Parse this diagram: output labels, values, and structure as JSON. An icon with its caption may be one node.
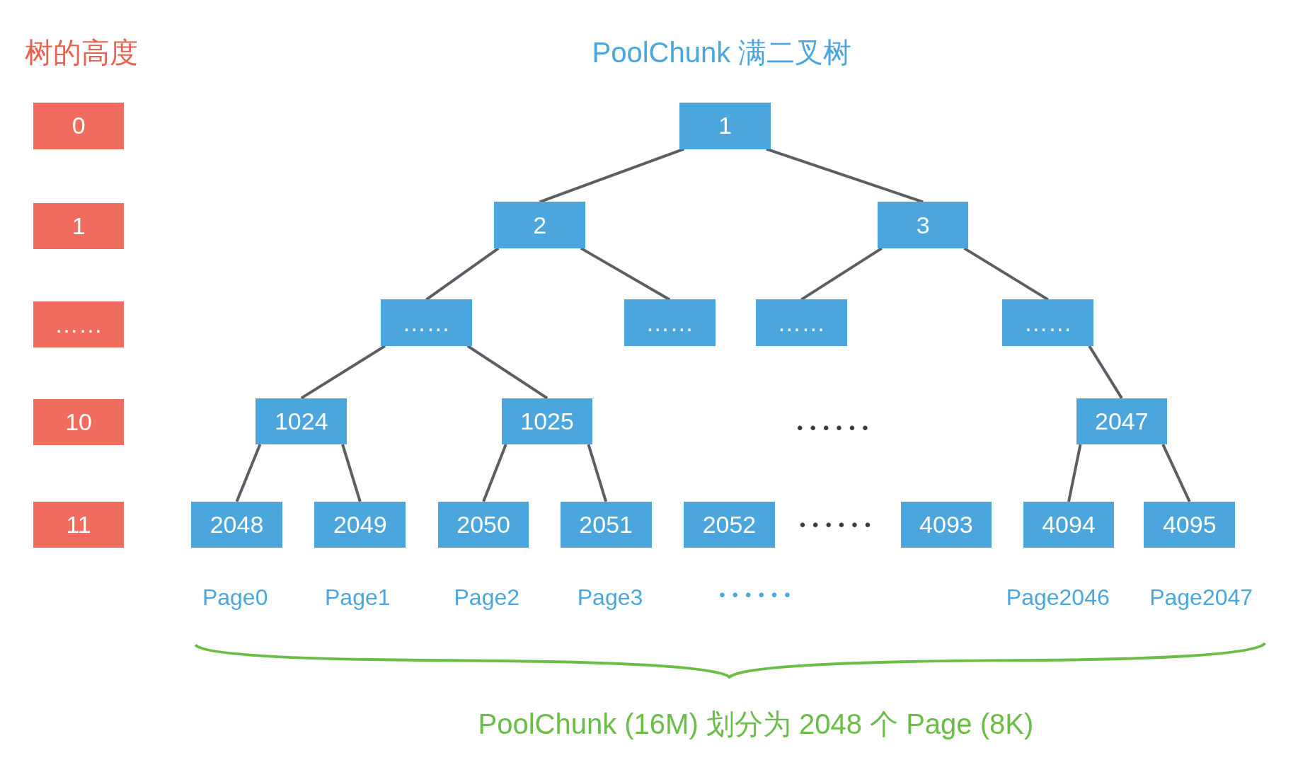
{
  "diagram": {
    "title": "PoolChunk 满二叉树",
    "caption": "PoolChunk (16M) 划分为 2048 个 Page (8K)",
    "nodes": [
      {
        "text": [
          "1"
        ]
      },
      {
        "text": [
          "2"
        ]
      },
      {
        "text": [
          "3"
        ]
      },
      {
        "text": [
          "……"
        ]
      },
      {
        "text": [
          "……"
        ]
      },
      {
        "text": [
          "……"
        ]
      },
      {
        "text": [
          "……"
        ]
      },
      {
        "text": [
          "1024"
        ]
      },
      {
        "text": [
          "1025"
        ]
      },
      {
        "text": [
          "2047"
        ]
      },
      {
        "text": [
          "2048"
        ]
      },
      {
        "text": [
          "2049"
        ]
      },
      {
        "text": [
          "2050"
        ]
      },
      {
        "text": [
          "2051"
        ]
      },
      {
        "text": [
          "2052"
        ]
      },
      {
        "text": [
          "4093"
        ]
      },
      {
        "text": [
          "4094"
        ]
      },
      {
        "text": [
          "4095"
        ]
      },
      {
        "text": [
          "0"
        ]
      },
      {
        "text": [
          "1"
        ]
      },
      {
        "text": [
          "……"
        ]
      },
      {
        "text": [
          "10"
        ]
      },
      {
        "text": [
          "11"
        ]
      }
    ],
    "edges": [
      {
        "from": 0,
        "to": 1,
        "arrow": "none"
      },
      {
        "from": 0,
        "to": 2,
        "arrow": "none"
      },
      {
        "from": 1,
        "to": 3,
        "arrow": "none"
      },
      {
        "from": 1,
        "to": 4,
        "arrow": "none"
      },
      {
        "from": 2,
        "to": 5,
        "arrow": "none"
      },
      {
        "from": 2,
        "to": 6,
        "arrow": "none"
      },
      {
        "from": 3,
        "to": 7,
        "arrow": "none"
      },
      {
        "from": 3,
        "to": 8,
        "arrow": "none"
      },
      {
        "from": 6,
        "to": 9,
        "arrow": "none"
      },
      {
        "from": 7,
        "to": 10,
        "arrow": "none"
      },
      {
        "from": 7,
        "to": 11,
        "arrow": "none"
      },
      {
        "from": 8,
        "to": 12,
        "arrow": "none"
      },
      {
        "from": 8,
        "to": 13,
        "arrow": "none"
      },
      {
        "from": 9,
        "to": 16,
        "arrow": "none"
      },
      {
        "from": 9,
        "to": 17,
        "arrow": "none"
      }
    ],
    "labels": [
      "树的高度",
      "••••••",
      "••••••",
      "Page0",
      "Page1",
      "Page2",
      "Page3",
      "••••••",
      "Page2046",
      "Page2047"
    ]
  }
}
